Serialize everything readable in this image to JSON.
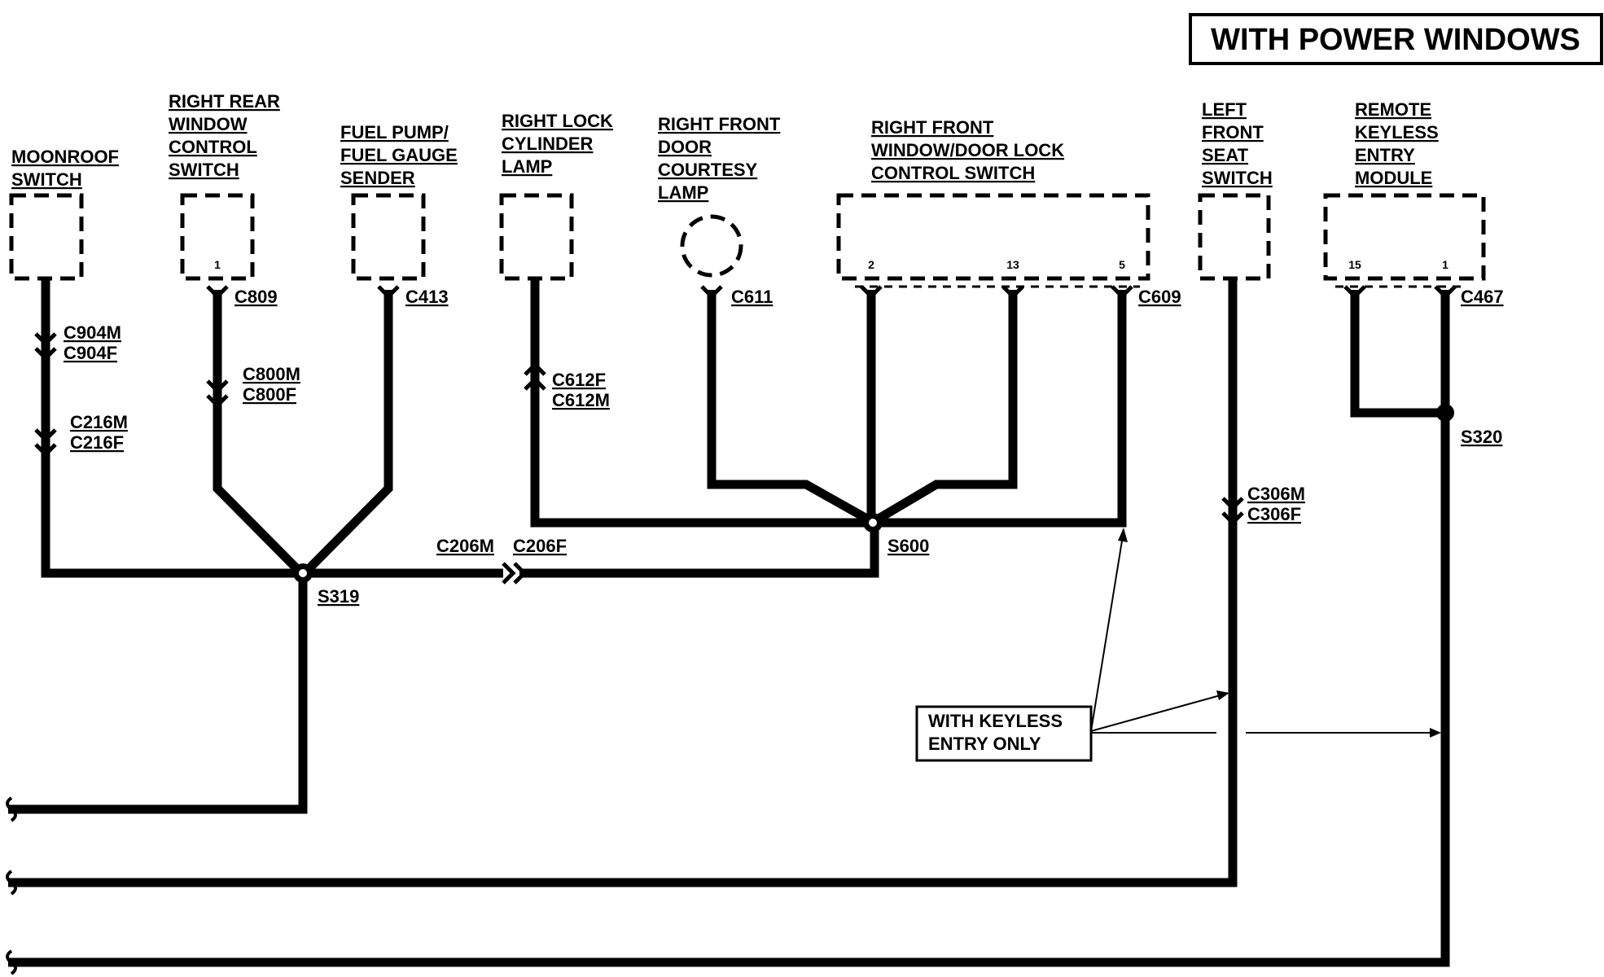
{
  "title": "WITH POWER WINDOWS",
  "note": {
    "line1": "WITH KEYLESS",
    "line2": "ENTRY ONLY"
  },
  "components": {
    "moonroof_switch": [
      "MOONROOF",
      "SWITCH"
    ],
    "right_rear_window_switch": [
      "RIGHT REAR",
      "WINDOW",
      "CONTROL",
      "SWITCH"
    ],
    "fuel_pump_sender": [
      "FUEL PUMP/",
      "FUEL GAUGE",
      "SENDER"
    ],
    "right_lock_cylinder_lamp": [
      "RIGHT LOCK",
      "CYLINDER",
      "LAMP"
    ],
    "right_front_door_courtesy_lamp": [
      "RIGHT FRONT",
      "DOOR",
      "COURTESY",
      "LAMP"
    ],
    "right_front_window_door_lock_switch": [
      "RIGHT FRONT",
      "WINDOW/DOOR LOCK",
      "CONTROL SWITCH"
    ],
    "left_front_seat_switch": [
      "LEFT",
      "FRONT",
      "SEAT",
      "SWITCH"
    ],
    "remote_keyless_entry_module": [
      "REMOTE",
      "KEYLESS",
      "ENTRY",
      "MODULE"
    ]
  },
  "pins": {
    "c809": "1",
    "c609_a": "2",
    "c609_b": "13",
    "c609_c": "5",
    "c467_a": "15",
    "c467_b": "1"
  },
  "connectors": {
    "c809": "C809",
    "c413": "C413",
    "c611": "C611",
    "c609": "C609",
    "c467": "C467",
    "c904": [
      "C904M",
      "C904F"
    ],
    "c216": [
      "C216M",
      "C216F"
    ],
    "c800": [
      "C800M",
      "C800F"
    ],
    "c612": [
      "C612F",
      "C612M"
    ],
    "c306": [
      "C306M",
      "C306F"
    ],
    "c206m": "C206M",
    "c206f": "C206F"
  },
  "splices": {
    "s319": "S319",
    "s600": "S600",
    "s320": "S320"
  }
}
